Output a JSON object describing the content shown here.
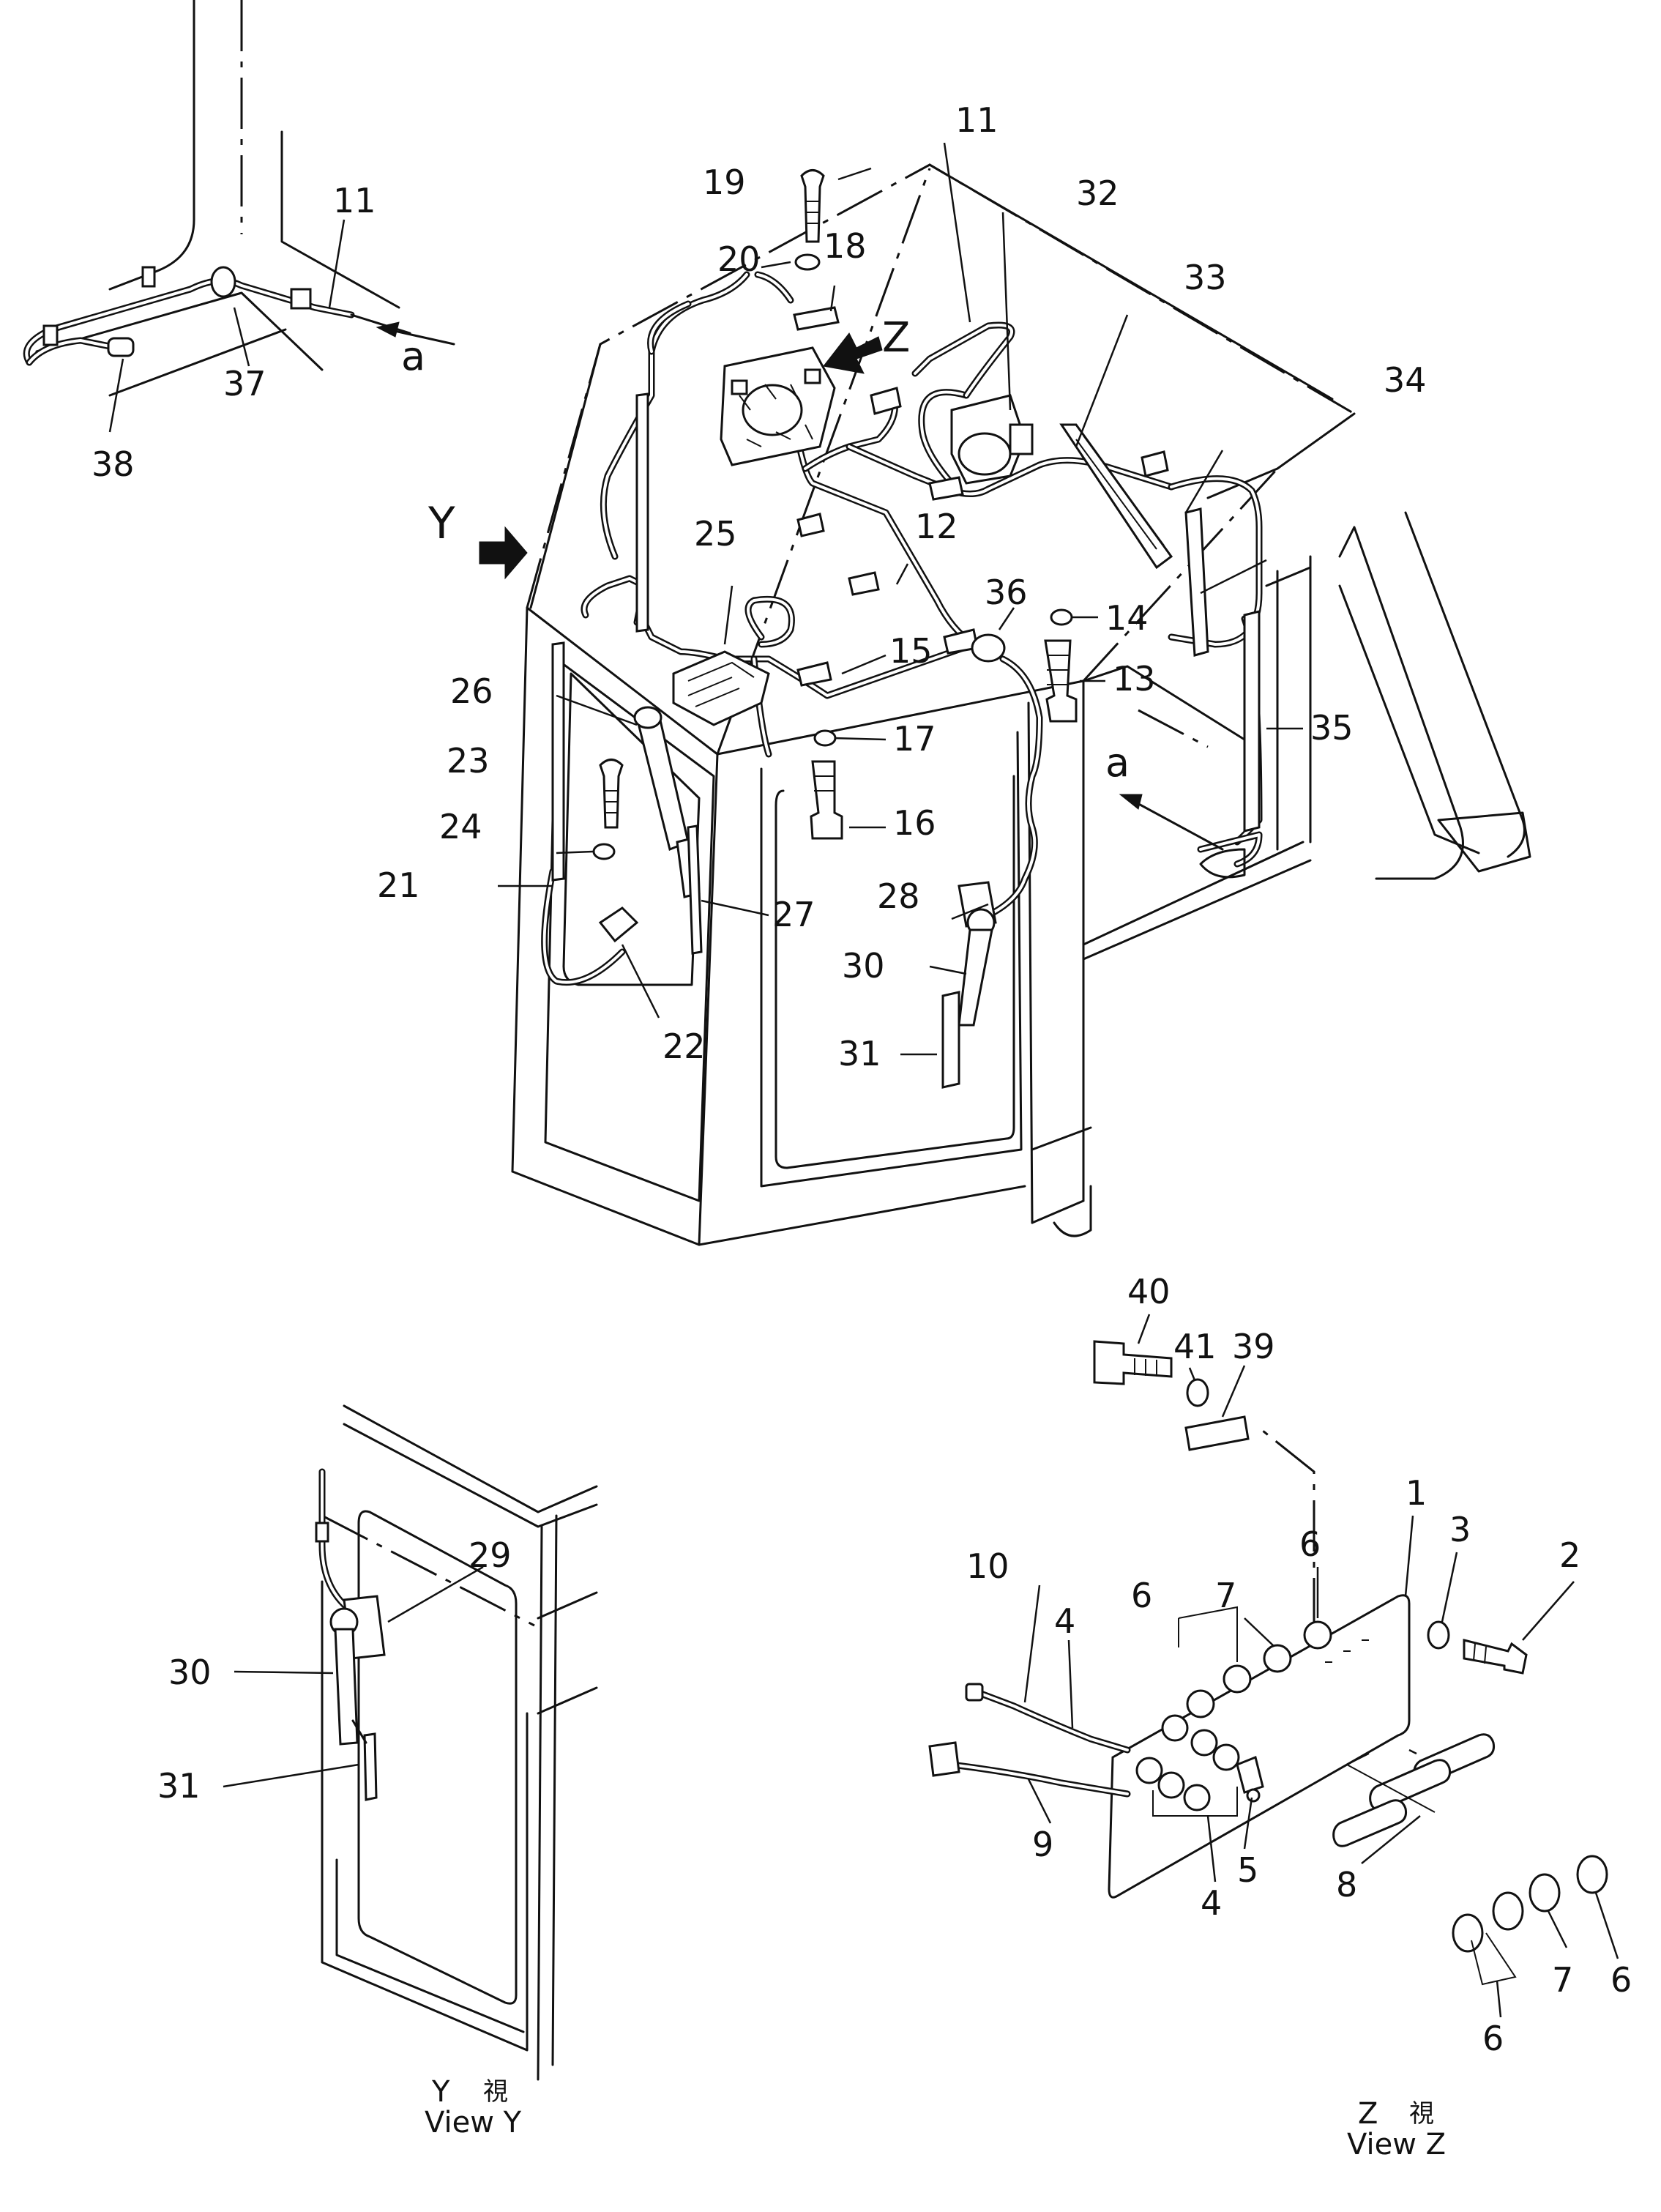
{
  "callouts": [
    {
      "id": "c11a",
      "text": "11"
    },
    {
      "id": "c37",
      "text": "37"
    },
    {
      "id": "c38",
      "text": "38"
    },
    {
      "id": "ca1",
      "text": "a"
    },
    {
      "id": "c19",
      "text": "19"
    },
    {
      "id": "c20",
      "text": "20"
    },
    {
      "id": "c18",
      "text": "18"
    },
    {
      "id": "c11b",
      "text": "11"
    },
    {
      "id": "c32",
      "text": "32"
    },
    {
      "id": "c33",
      "text": "33"
    },
    {
      "id": "c34",
      "text": "34"
    },
    {
      "id": "cZ",
      "text": "Z"
    },
    {
      "id": "cY",
      "text": "Y"
    },
    {
      "id": "c25",
      "text": "25"
    },
    {
      "id": "c12",
      "text": "12"
    },
    {
      "id": "c36",
      "text": "36"
    },
    {
      "id": "c14",
      "text": "14"
    },
    {
      "id": "c13",
      "text": "13"
    },
    {
      "id": "c15",
      "text": "15"
    },
    {
      "id": "c26",
      "text": "26"
    },
    {
      "id": "c17",
      "text": "17"
    },
    {
      "id": "c35",
      "text": "35"
    },
    {
      "id": "c23",
      "text": "23"
    },
    {
      "id": "c16",
      "text": "16"
    },
    {
      "id": "ca2",
      "text": "a"
    },
    {
      "id": "c24",
      "text": "24"
    },
    {
      "id": "c21",
      "text": "21"
    },
    {
      "id": "c27",
      "text": "27"
    },
    {
      "id": "c28",
      "text": "28"
    },
    {
      "id": "c30a",
      "text": "30"
    },
    {
      "id": "c31a",
      "text": "31"
    },
    {
      "id": "c22",
      "text": "22"
    },
    {
      "id": "c40",
      "text": "40"
    },
    {
      "id": "c41",
      "text": "41"
    },
    {
      "id": "c39",
      "text": "39"
    },
    {
      "id": "c1",
      "text": "1"
    },
    {
      "id": "c3",
      "text": "3"
    },
    {
      "id": "c2",
      "text": "2"
    },
    {
      "id": "c6a",
      "text": "6"
    },
    {
      "id": "c7a",
      "text": "7"
    },
    {
      "id": "c6b",
      "text": "6"
    },
    {
      "id": "c10",
      "text": "10"
    },
    {
      "id": "c4a",
      "text": "4"
    },
    {
      "id": "c9",
      "text": "9"
    },
    {
      "id": "c5",
      "text": "5"
    },
    {
      "id": "c4b",
      "text": "4"
    },
    {
      "id": "c8",
      "text": "8"
    },
    {
      "id": "c6c",
      "text": "6"
    },
    {
      "id": "c7b",
      "text": "7"
    },
    {
      "id": "c6d",
      "text": "6"
    },
    {
      "id": "c29",
      "text": "29"
    },
    {
      "id": "c30b",
      "text": "30"
    },
    {
      "id": "c31b",
      "text": "31"
    }
  ],
  "view_labels": {
    "y_letter": "Y",
    "y_kanji": "視",
    "y_english": "View Y",
    "z_letter": "Z",
    "z_kanji": "視",
    "z_english": "View Z"
  }
}
